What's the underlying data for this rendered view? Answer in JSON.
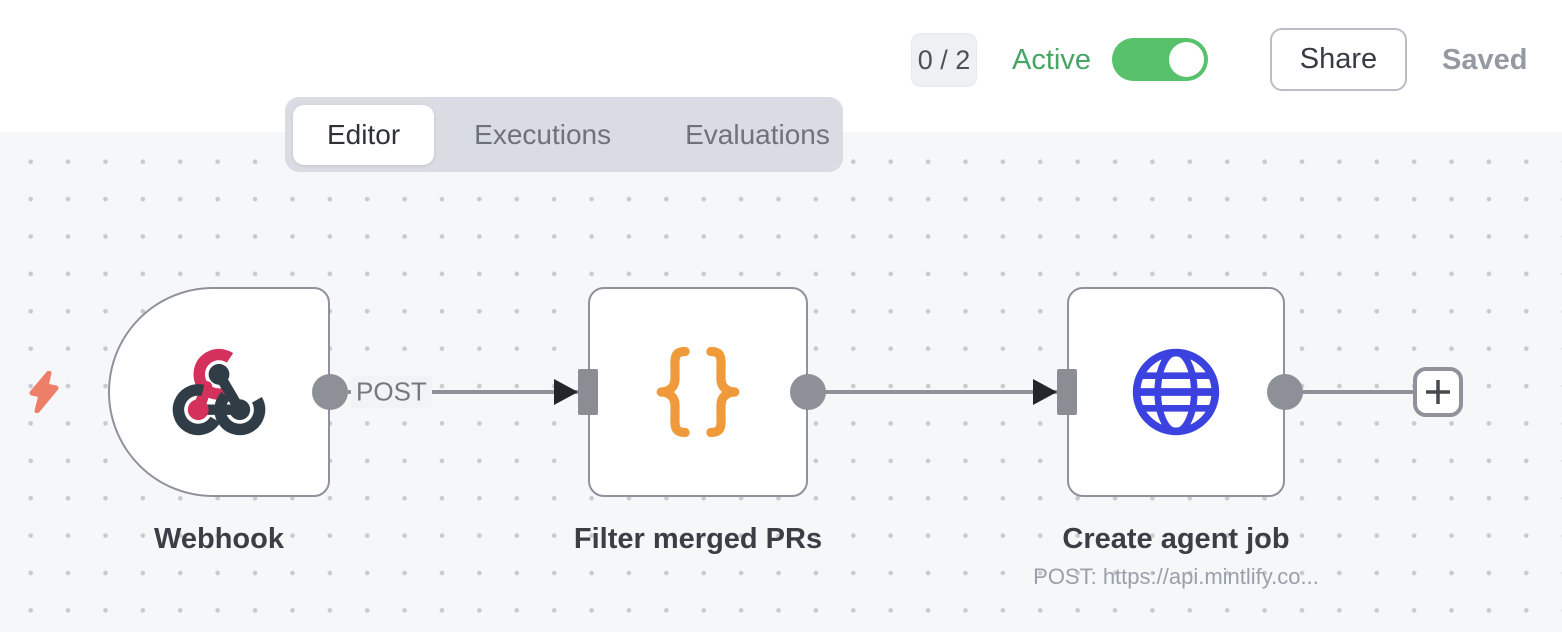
{
  "header": {
    "issues_counter": "0 / 2",
    "active_label": "Active",
    "toggle_state": "on",
    "share_label": "Share",
    "saved_label": "Saved"
  },
  "tabs": [
    {
      "label": "Editor",
      "active": true
    },
    {
      "label": "Executions",
      "active": false
    },
    {
      "label": "Evaluations",
      "active": false
    }
  ],
  "workflow": {
    "nodes": [
      {
        "label": "Webhook",
        "icon": "webhook-icon",
        "shape": "trigger"
      },
      {
        "label": "Filter merged PRs",
        "icon": "braces-icon",
        "shape": "square"
      },
      {
        "label": "Create agent job",
        "subtitle": "POST: https://api.mintlify.co...",
        "icon": "globe-icon",
        "shape": "square"
      }
    ],
    "connections": [
      {
        "from": "Webhook",
        "to": "Filter merged PRs",
        "label": "POST"
      },
      {
        "from": "Filter merged PRs",
        "to": "Create agent job",
        "label": ""
      },
      {
        "from": "Create agent job",
        "to": "add-node",
        "label": ""
      }
    ]
  },
  "colors": {
    "toggle_green": "#57c16c",
    "active_text_green": "#47a565",
    "webhook_pink": "#d4315c",
    "webhook_dark": "#303c46",
    "braces_orange": "#ef9a3b",
    "globe_blue": "#3b42df",
    "bolt_salmon": "#ed7f68",
    "node_border_gray": "#8f929a",
    "edge_gray": "#8e9197",
    "canvas_bg": "#f6f7f9"
  }
}
